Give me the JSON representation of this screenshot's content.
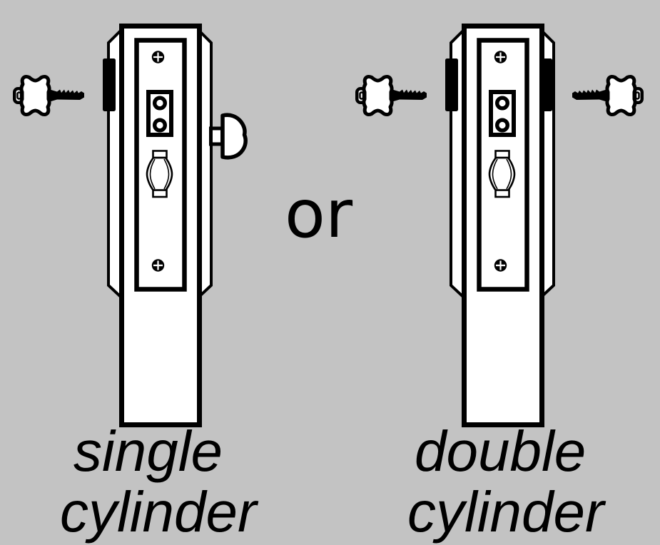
{
  "palette": {
    "background": "#c3c3c3",
    "ink": "#000000",
    "paper": "#ffffff"
  },
  "connector": {
    "text": "or"
  },
  "locks": [
    {
      "name": "single cylinder deadbolt",
      "label": [
        "single",
        "cylinder"
      ],
      "outside": "key",
      "inside": "thumbturn"
    },
    {
      "name": "double cylinder deadbolt",
      "label": [
        "double",
        "cylinder"
      ],
      "outside": "key",
      "inside": "key"
    }
  ],
  "icons": {
    "key": "key-icon",
    "thumbturn": "thumbturn-icon",
    "screw": "screw-icon",
    "bolt_knob": "bolt-knob-icon",
    "door_edge": "door-edge-strip"
  }
}
